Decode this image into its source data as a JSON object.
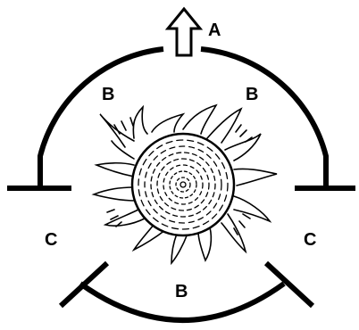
{
  "labels": {
    "top": "A",
    "upper_left": "B",
    "upper_right": "B",
    "left": "C",
    "right": "C",
    "bottom": "B"
  },
  "colors": {
    "stroke": "#000000",
    "background": "#ffffff"
  }
}
